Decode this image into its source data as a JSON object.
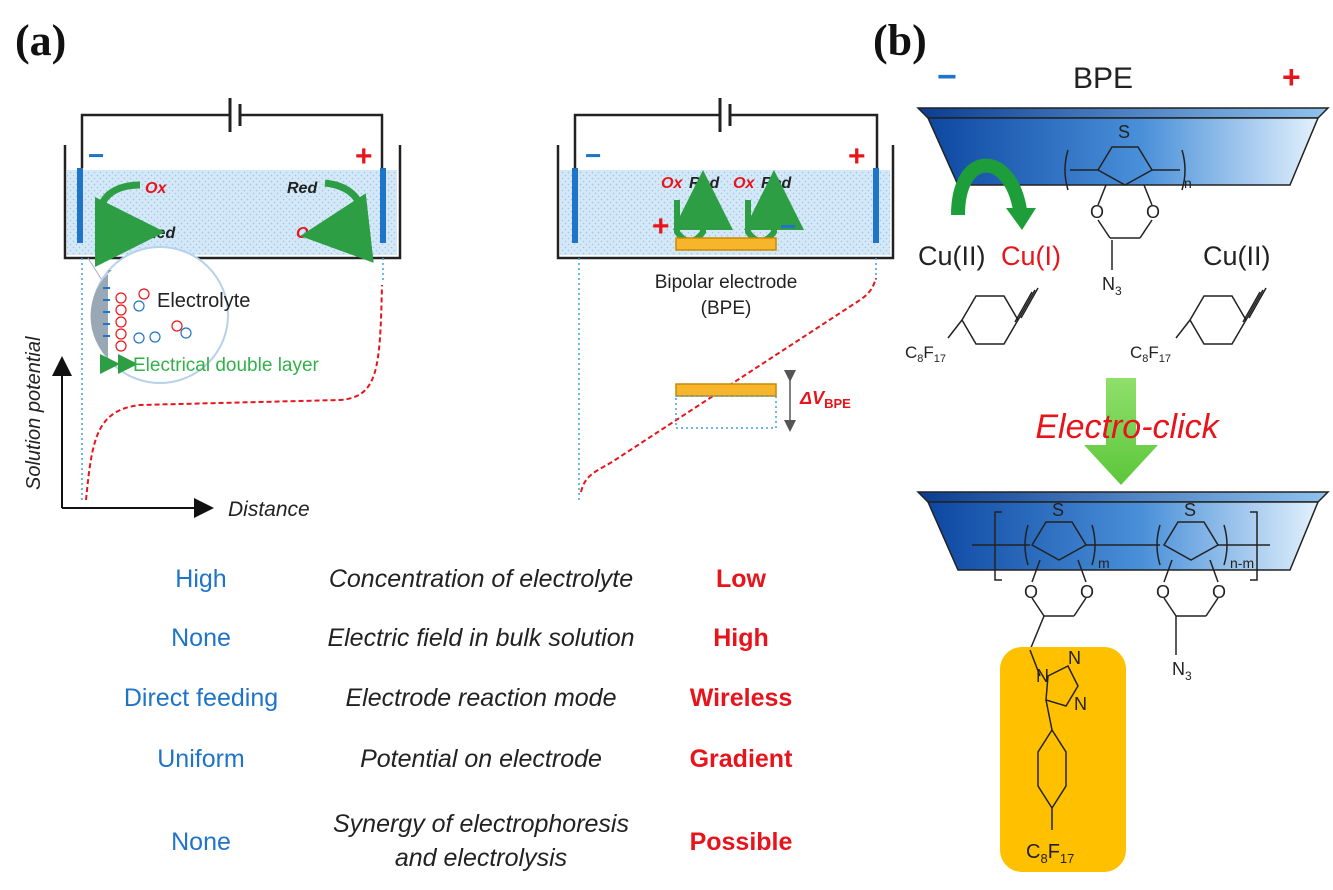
{
  "panel_a": {
    "label": "(a)",
    "conventional": {
      "minus": "−",
      "plus": "+",
      "left_ox": "Ox",
      "left_red": "Red",
      "right_red": "Red",
      "right_ox": "Ox",
      "electrolyte": "Electrolyte",
      "double_layer": "Electrical double layer",
      "y_axis": "Solution potential",
      "x_axis": "Distance"
    },
    "bipolar": {
      "minus": "−",
      "plus": "+",
      "ox1": "Ox",
      "red1": "Red",
      "ox2": "Ox",
      "red2": "Red",
      "bpe_plus": "+",
      "bpe_minus": "−",
      "bpe_label_1": "Bipolar electrode",
      "bpe_label_2": "(BPE)",
      "delta_v": "ΔV",
      "delta_v_sub": "BPE"
    },
    "comparison": [
      {
        "left": "High",
        "property": "Concentration of electrolyte",
        "right": "Low"
      },
      {
        "left": "None",
        "property": "Electric field in bulk solution",
        "right": "High"
      },
      {
        "left": "Direct feeding",
        "property": "Electrode reaction mode",
        "right": "Wireless"
      },
      {
        "left": "Uniform",
        "property": "Potential on electrode",
        "right": "Gradient"
      },
      {
        "left": "None",
        "property_1": "Synergy of electrophoresis",
        "property_2": "and electrolysis",
        "right": "Possible"
      }
    ]
  },
  "panel_b": {
    "label": "(b)",
    "minus": "−",
    "bpe": "BPE",
    "plus": "+",
    "cu_ii_left": "Cu(II)",
    "cu_i": "Cu(I)",
    "cu_ii_right": "Cu(II)",
    "electro_click": "Electro-click",
    "s": "S",
    "o": "O",
    "n_sub": "n",
    "m_sub": "m",
    "nm_sub": "n-m",
    "n3": "N",
    "n3_sub": "3",
    "c8f17_c": "C",
    "c8f17_8": "8",
    "c8f17_f": "F",
    "c8f17_17": "17",
    "triazole_n1": "N",
    "triazole_n2": "N",
    "triazole_n3": "N",
    "colors": {
      "electrode_dark": "#1565c0",
      "electrode_light": "#d6ebfa",
      "arrow_green": "#7ed957",
      "highlight": "#ffc000",
      "red": "#e8141b",
      "blue": "#1f74c8"
    }
  }
}
